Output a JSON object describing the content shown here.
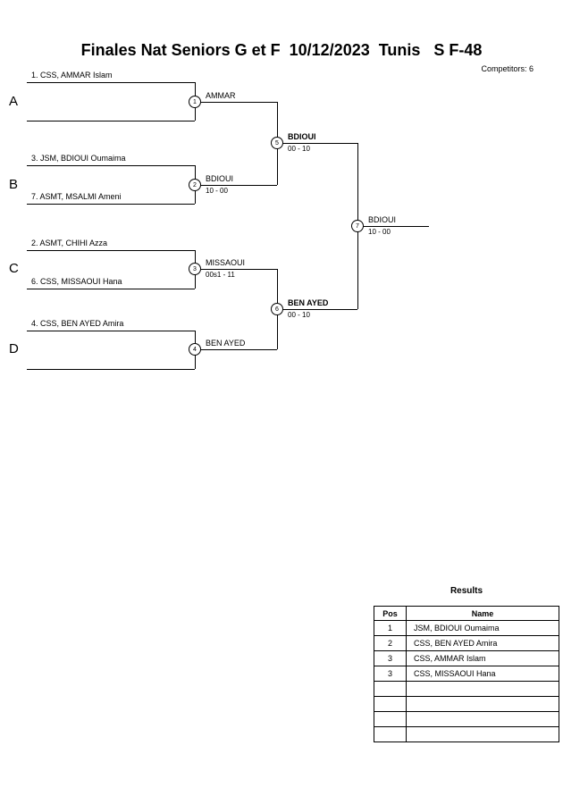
{
  "header": {
    "title": "Finales Nat Seniors G et F  10/12/2023  Tunis   S F-48",
    "competitors_label": "Competitors: 6"
  },
  "bracket": {
    "groups": [
      {
        "letter": "A",
        "top": "1. CSS, AMMAR Islam",
        "bottom": "",
        "match_no": "1",
        "winner": "AMMAR",
        "score": ""
      },
      {
        "letter": "B",
        "top": "3. JSM, BDIOUI Oumaima",
        "bottom": "7. ASMT, MSALMI Ameni",
        "match_no": "2",
        "winner": "BDIOUI",
        "score": "10 - 00"
      },
      {
        "letter": "C",
        "top": "2. ASMT, CHIHI Azza",
        "bottom": "6. CSS, MISSAOUI Hana",
        "match_no": "3",
        "winner": "MISSAOUI",
        "score": "00s1 - 11"
      },
      {
        "letter": "D",
        "top": "4. CSS, BEN AYED Amira",
        "bottom": "",
        "match_no": "4",
        "winner": "BEN AYED",
        "score": ""
      }
    ],
    "semifinals": [
      {
        "match_no": "5",
        "winner": "BDIOUI",
        "score": "00 - 10"
      },
      {
        "match_no": "6",
        "winner": "BEN AYED",
        "score": "00 - 10"
      }
    ],
    "final": {
      "match_no": "7",
      "winner": "BDIOUI",
      "score": "10 - 00"
    }
  },
  "results": {
    "title": "Results",
    "columns": [
      "Pos",
      "Name"
    ],
    "rows": [
      {
        "pos": "1",
        "name": "JSM, BDIOUI Oumaima"
      },
      {
        "pos": "2",
        "name": "CSS, BEN AYED Amira"
      },
      {
        "pos": "3",
        "name": "CSS, AMMAR Islam"
      },
      {
        "pos": "3",
        "name": "CSS, MISSAOUI Hana"
      },
      {
        "pos": "",
        "name": ""
      },
      {
        "pos": "",
        "name": ""
      },
      {
        "pos": "",
        "name": ""
      },
      {
        "pos": "",
        "name": ""
      }
    ]
  }
}
